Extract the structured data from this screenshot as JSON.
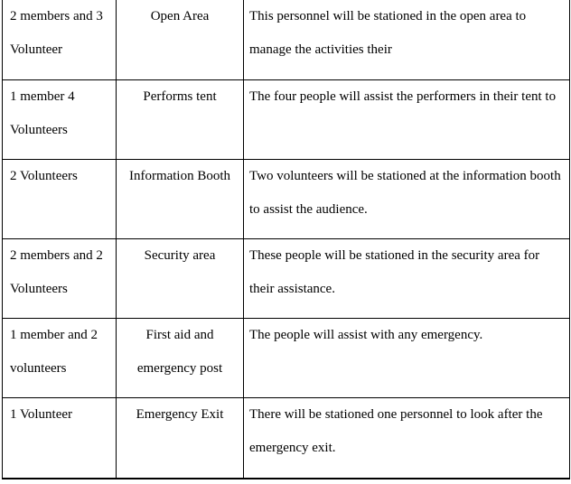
{
  "rows": [
    {
      "staff": "2 members and 3 Volunteer",
      "location": "Open Area",
      "duty": "This personnel will be stationed in the open area to manage the activities their"
    },
    {
      "staff": "1 member 4 Volunteers",
      "location": "Performs tent",
      "duty": "The four people will assist the performers in their tent to"
    },
    {
      "staff": "2 Volunteers",
      "location": "Information Booth",
      "duty": "Two volunteers will be stationed at the information booth to assist the audience."
    },
    {
      "staff": "2 members and 2 Volunteers",
      "location": "Security area",
      "duty": "These people will be stationed in the security area for their assistance."
    },
    {
      "staff": "1 member and 2 volunteers",
      "location": "First aid and emergency post",
      "duty": "The people will assist with any emergency."
    },
    {
      "staff": "1 Volunteer",
      "location": "Emergency Exit",
      "duty": "There will be stationed one personnel to look after the emergency exit."
    }
  ]
}
